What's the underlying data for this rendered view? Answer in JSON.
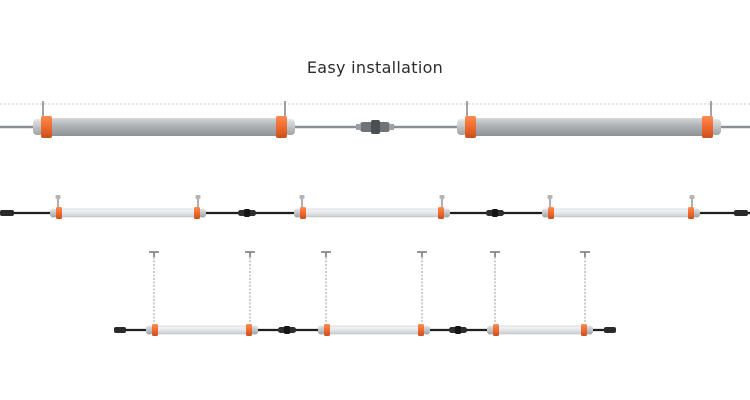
{
  "title": "Easy installation",
  "colors": {
    "accent_orange": "#ee6a2f",
    "tube_gray": "#a7aaad",
    "frost_white": "#eceeef",
    "cable_black": "#1f1f1f",
    "rod_gray": "#8c8c8c",
    "ceiling_line": "#c9c9c9"
  },
  "rows": [
    {
      "name": "ceiling-mounted-large",
      "items": [
        "luminaire",
        "connector",
        "luminaire"
      ]
    },
    {
      "name": "cable-connected-chain",
      "items": [
        "luminaire",
        "connector",
        "luminaire",
        "connector",
        "luminaire"
      ]
    },
    {
      "name": "suspended-chain",
      "items": [
        "luminaire",
        "connector",
        "luminaire",
        "connector",
        "luminaire"
      ]
    }
  ]
}
